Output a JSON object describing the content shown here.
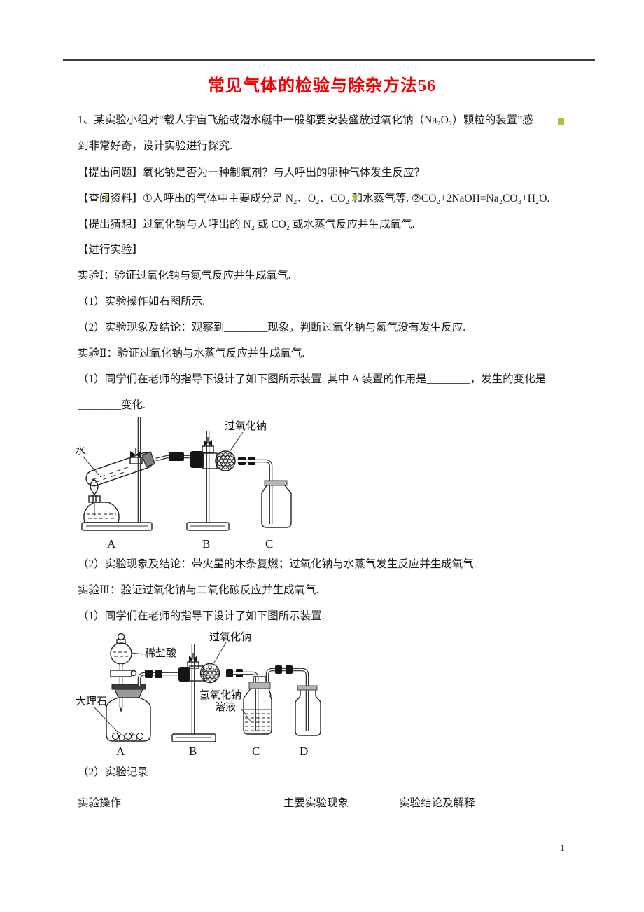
{
  "title": {
    "text": "常见气体的检验与除杂方法56",
    "color": "#f40000"
  },
  "page_number": "1",
  "artifact_color": "#b9bd3c",
  "lines": [
    {
      "text": "1、某实验小组对“载人宇宙飞船或潜水艇中一般都要安装盛放过氧化钠（Na₂O₂）颗粒的装置”感"
    },
    {
      "text": "到非常好奇，设计实验进行探究."
    },
    {
      "text": "【提出问题】氧化钠是否为一种制氧剂？与人呼出的哪种气体发生反应？"
    },
    {
      "text": "【查阅资料】①人呼出的气体中主要成分是 N₂、O₂、CO₂ 和水蒸气等. ②CO₂+2NaOH=Na₂CO₃+H₂O."
    },
    {
      "text": "【提出猜想】过氧化钠与人呼出的 N₂ 或 CO₂ 或水蒸气反应并生成氧气."
    },
    {
      "text": "【进行实验】"
    },
    {
      "text": "实验Ⅰ：验证过氧化钠与氮气反应并生成氧气."
    },
    {
      "text": "（1）实验操作如右图所示."
    },
    {
      "text": "（2）实验现象及结论：观察到________现象，判断过氧化钠与氮气没有发生反应."
    },
    {
      "text": "实验Ⅱ：验证过氧化钠与水蒸气反应并生成氧气."
    },
    {
      "text": "（1）同学们在老师的指导下设计了如下图所示装置. 其中 A 装置的作用是________，发生的变化是"
    },
    {
      "text": "________变化."
    },
    {
      "text": "（2）实验现象及结论：带火星的木条复燃；过氧化钠与水蒸气发生反应并生成氧气."
    },
    {
      "text": "实验Ⅲ：验证过氧化钠与二氧化碳反应并生成氧气."
    },
    {
      "text": "（1）同学们在老师的指导下设计了如下图所示装置."
    },
    {
      "text": "（2）实验记录"
    }
  ],
  "diagram1": {
    "water_label": "水",
    "peroxide_label": "过氧化钠",
    "letters": [
      "A",
      "B",
      "C"
    ]
  },
  "diagram2": {
    "acid_label": "稀盐酸",
    "marble_label": "大理石",
    "peroxide_label": "过氧化钠",
    "naoh_label_line1": "氢氧化钠",
    "naoh_label_line2": "溶液",
    "letters": [
      "A",
      "B",
      "C",
      "D"
    ]
  },
  "record_table": {
    "headers": [
      "实验操作",
      "主要实验现象",
      "实验结论及解释"
    ]
  }
}
